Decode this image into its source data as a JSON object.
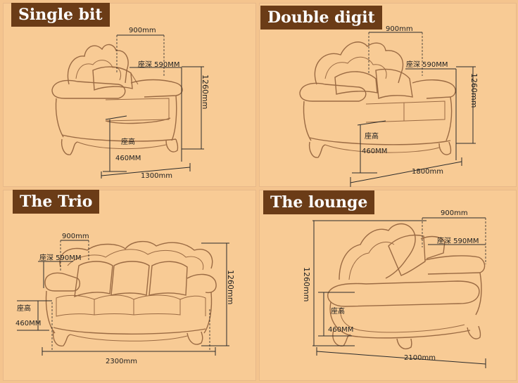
{
  "panels": {
    "single": {
      "title": "Single bit",
      "width": "900mm",
      "seat_depth": "座深 590MM",
      "height": "1260mm",
      "seat_height_label": "座高",
      "seat_height": "460MM",
      "length": "1300mm"
    },
    "double": {
      "title": "Double digit",
      "width": "900mm",
      "seat_depth": "座深 590MM",
      "height": "1260mm",
      "seat_height_label": "座高",
      "seat_height": "460MM",
      "length": "1800mm"
    },
    "trio": {
      "title": "The Trio",
      "width": "900mm",
      "seat_depth": "座深 590MM",
      "height": "1260mm",
      "seat_height_label": "座高",
      "seat_height": "460MM",
      "length": "2300mm"
    },
    "lounge": {
      "title": "The lounge",
      "width": "900mm",
      "seat_depth": "座深 590MM",
      "height": "1260mm",
      "seat_height_label": "座高",
      "seat_height": "460MM",
      "length": "2100mm"
    }
  },
  "colors": {
    "background": "#f4c48e",
    "title_bg": "#6b3c17",
    "title_text": "#ffffff",
    "sofa_line": "#9a6a43"
  }
}
